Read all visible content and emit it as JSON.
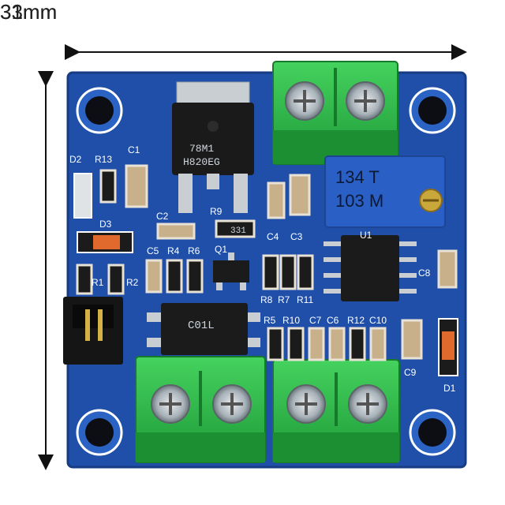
{
  "dimensions": {
    "width_label": "33mm",
    "height_label": "31mm"
  },
  "board": {
    "regulator_lines": [
      "78M1",
      "H820EG"
    ],
    "trimpot_lines": [
      "134 T",
      "103 M"
    ],
    "component_labels": [
      "D2",
      "R13",
      "C1",
      "D3",
      "C2",
      "R9",
      "331",
      "C4",
      "C3",
      "U1",
      "C5",
      "R4",
      "R6",
      "Q1",
      "R1",
      "R2",
      "C8",
      "R8",
      "R7",
      "R11",
      "R5",
      "R10",
      "C7",
      "C6",
      "R12",
      "C10",
      "C9",
      "D1"
    ],
    "opto_text": "C01L"
  },
  "colors": {
    "pcb": "#1f4fa8",
    "terminal": "#2fb84a",
    "trimpot": "#2a5fc6",
    "ic": "#1b1b1b"
  }
}
